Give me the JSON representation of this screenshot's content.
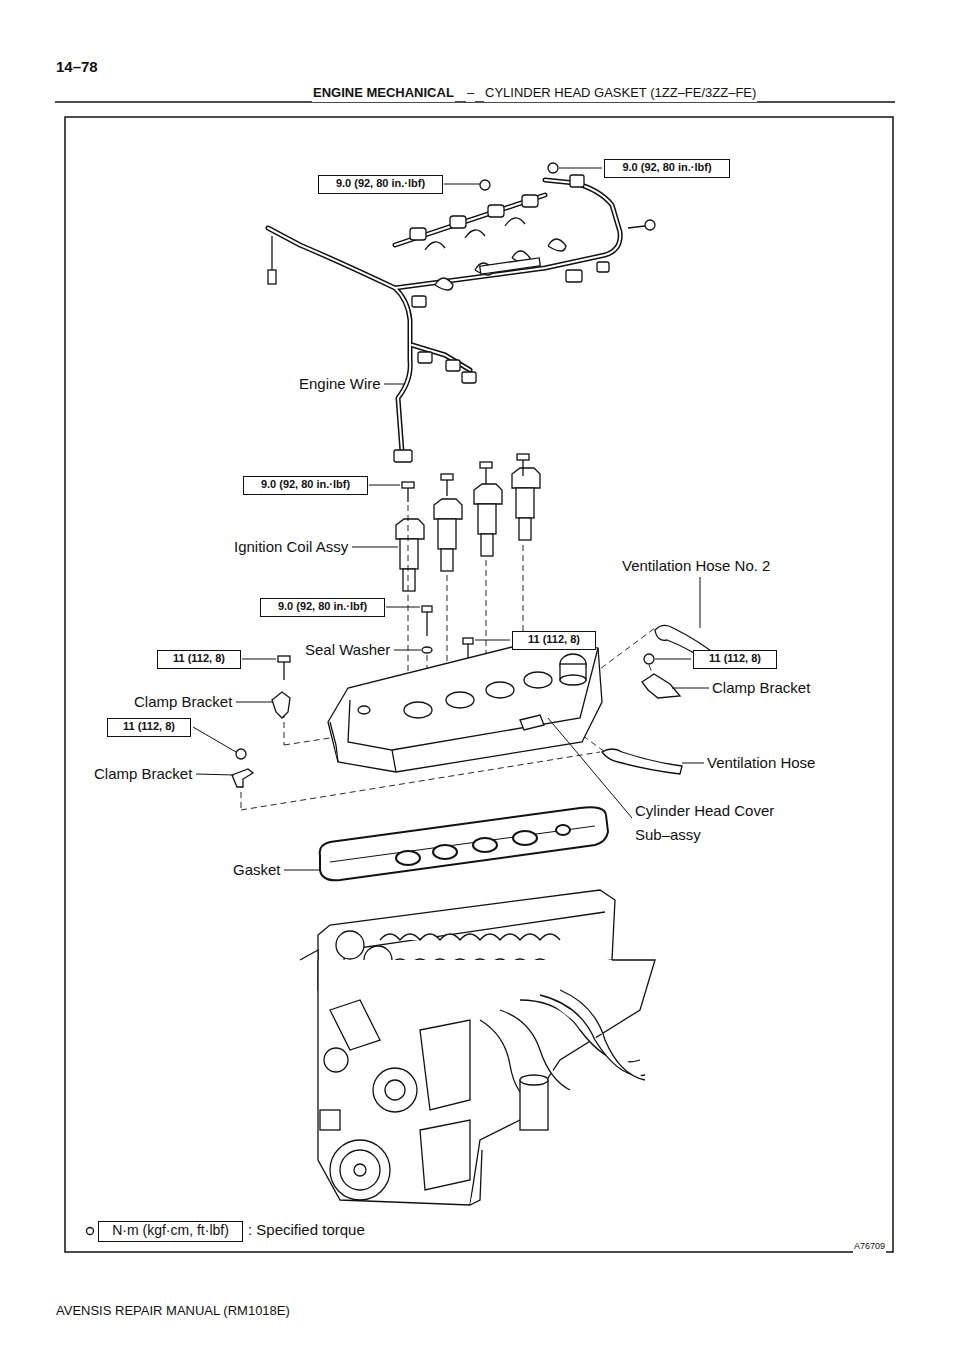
{
  "diagram": {
    "nodes": [
      {
        "text": [
          "9.0 (92, 80 in.·lbf)"
        ]
      },
      {
        "text": [
          "9.0 (92, 80 in.·lbf)"
        ]
      },
      {
        "text": [
          "9.0 (92, 80 in.·lbf)"
        ]
      },
      {
        "text": [
          "9.0 (92, 80 in.·lbf)"
        ]
      },
      {
        "text": [
          "11 (112, 8)"
        ]
      },
      {
        "text": [
          "11 (112, 8)"
        ]
      },
      {
        "text": [
          "11 (112, 8)"
        ]
      },
      {
        "text": [
          "11 (112, 8)"
        ]
      },
      {
        "text": [
          "N·m (kgf·cm, ft·lbf)"
        ]
      }
    ],
    "edges": [],
    "labels": [
      "14–78",
      "ENGINE MECHANICAL",
      "–",
      "CYLINDER HEAD GASKET (1ZZ–FE/3ZZ–FE)",
      "Engine Wire",
      "Ignition Coil Assy",
      "Ventilation Hose No. 2",
      "Seal Washer",
      "Clamp Bracket",
      "Clamp Bracket",
      "Ventilation Hose",
      "Clamp Bracket",
      "Cylinder Head Cover Sub–assy",
      "Gasket",
      ": Specified torque",
      "A76709",
      "AVENSIS REPAIR MANUAL (RM1018E)"
    ]
  }
}
